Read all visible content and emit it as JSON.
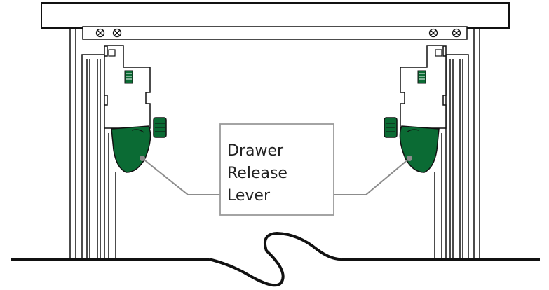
{
  "callout": {
    "line1": "Drawer",
    "line2": "Release",
    "line3": "Lever"
  },
  "colors": {
    "lever_green": "#0b6b34",
    "leader_gray": "#8c8c8c",
    "outline": "#111111",
    "box_border": "#9a9a9a"
  },
  "icons": [
    "screw-icon"
  ]
}
